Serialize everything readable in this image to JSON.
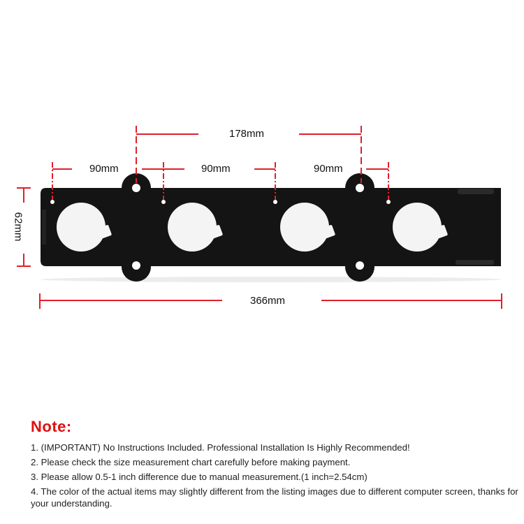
{
  "dimensions": {
    "hole_spacing_total": "178mm",
    "spacing_1": "90mm",
    "spacing_2": "90mm",
    "spacing_3": "90mm",
    "height": "62mm",
    "length": "366mm"
  },
  "colors": {
    "dimension_line": "#e0202a",
    "plate": "#141414",
    "note_title": "#e01010"
  },
  "note": {
    "title": "Note:",
    "items": [
      "1. (IMPORTANT) No Instructions Included. Professional Installation Is Highly Recommended!",
      "2. Please check the size measurement chart carefully before making payment.",
      "3. Please allow 0.5-1 inch difference due to manual measurement.(1 inch=2.54cm)",
      "4. The color of the actual items may slightly different from the listing images due to different computer screen, thanks for your understanding."
    ]
  }
}
